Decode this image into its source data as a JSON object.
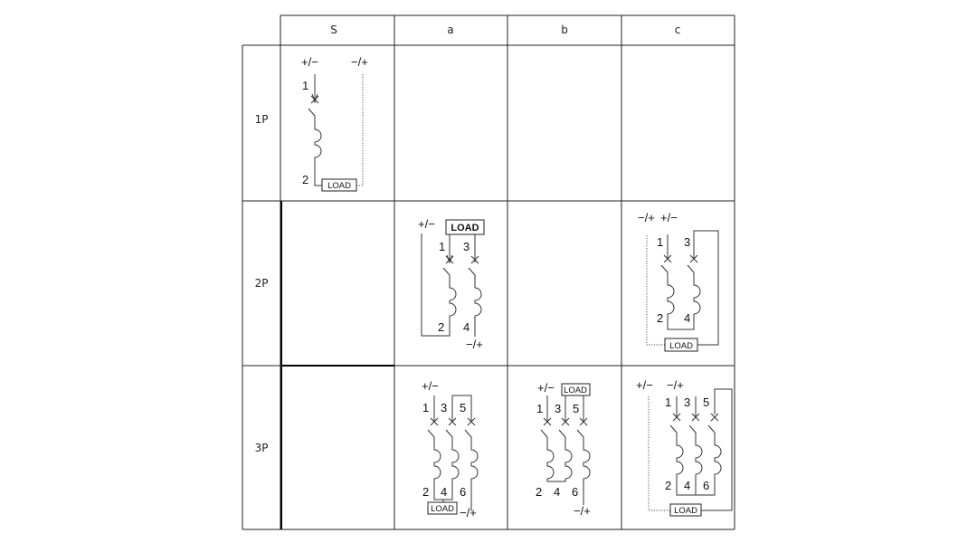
{
  "columns": [
    "S",
    "a",
    "b",
    "c"
  ],
  "rows": [
    "1P",
    "2P",
    "3P"
  ],
  "load": "LOAD",
  "pol": {
    "pm": "+/−",
    "mp": "−/+"
  },
  "terminals": {
    "t1": "1",
    "t2": "2",
    "t3": "3",
    "t4": "4",
    "t5": "5",
    "t6": "6"
  }
}
